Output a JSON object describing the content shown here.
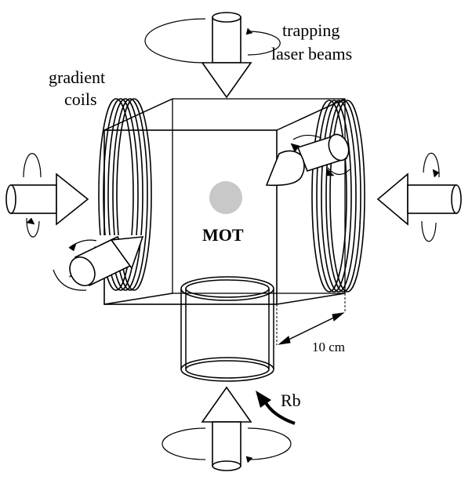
{
  "labels": {
    "trapping_line1": "trapping",
    "trapping_line2": "laser beams",
    "gradient_line1": "gradient",
    "gradient_line2": "coils",
    "mot": "MOT",
    "dimension": "10 cm",
    "rubidium": "Rb"
  },
  "colors": {
    "stroke": "#000000",
    "mot_cloud": "#c8c8c8",
    "background": "#ffffff"
  }
}
